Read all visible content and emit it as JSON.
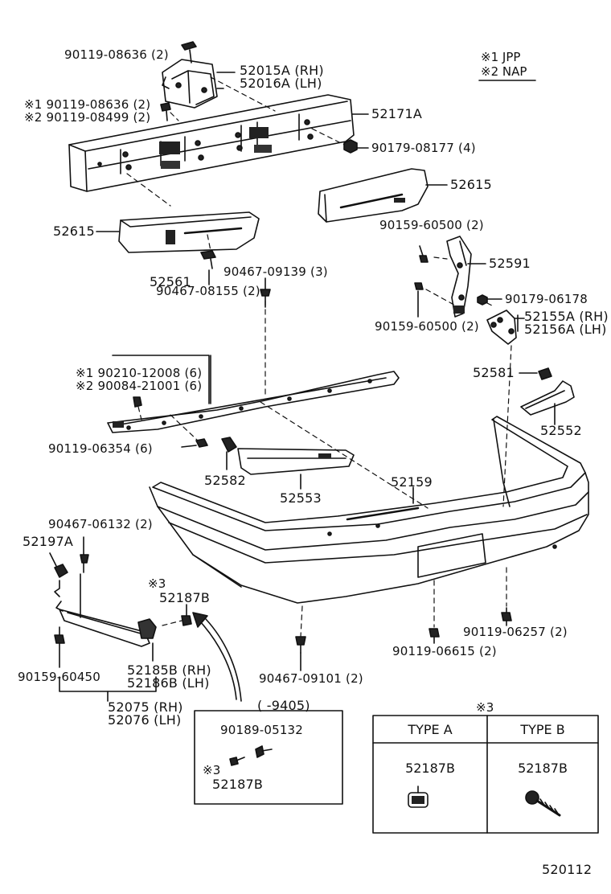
{
  "legend": [
    {
      "mark": "※1",
      "text": "JPP"
    },
    {
      "mark": "※2",
      "text": "NAP"
    }
  ],
  "labels": {
    "p_90119_08636_top": "90119-08636 (2)",
    "p_52015A": "52015A (RH)",
    "p_52016A": "52016A (LH)",
    "p_jpp_90119_08636": "※1 90119-08636 (2)",
    "p_nap_90119_08499": "※2 90119-08499 (2)",
    "p_52171A": "52171A",
    "p_90179_08177": "90179-08177 (4)",
    "p_52615_right": "52615",
    "p_52615_left": "52615",
    "p_90159_60500_top": "90159-60500 (2)",
    "p_52591": "52591",
    "p_90467_08155": "90467-08155 (2)",
    "p_90179_06178": "90179-06178",
    "p_52155A": "52155A (RH)",
    "p_52156A": "52156A (LH)",
    "p_90159_60500_bot": "90159-60500 (2)",
    "p_90467_09139": "90467-09139 (3)",
    "p_52561": "52561",
    "p_jpp_90210_12008": "※1 90210-12008 (6)",
    "p_nap_90084_21001": "※2 90084-21001 (6)",
    "p_52581": "52581",
    "p_52552": "52552",
    "p_90119_06354": "90119-06354 (6)",
    "p_52582": "52582",
    "p_52553": "52553",
    "p_52159": "52159",
    "p_90467_06132": "90467-06132 (2)",
    "p_52197A": "52197A",
    "p_note3": "※3",
    "p_52187B_main": "52187B",
    "p_90119_06257": "90119-06257 (2)",
    "p_90119_06615": "90119-06615 (2)",
    "p_90159_60450": "90159-60450",
    "p_52185B": "52185B (RH)",
    "p_52186B": "52186B (LH)",
    "p_90467_09101": "90467-09101 (2)",
    "p_52075": "52075 (RH)",
    "p_52076": "52076 (LH)",
    "p_range": "(    -9405)",
    "p_inset_90189": "90189-05132",
    "p_inset_note3": "※3",
    "p_inset_52187B": "52187B"
  },
  "type_table": {
    "note": "※3",
    "headers": [
      "TYPE  A",
      "TYPE  B"
    ],
    "parts": [
      "52187B",
      "52187B"
    ]
  },
  "diagram_number": "520112"
}
